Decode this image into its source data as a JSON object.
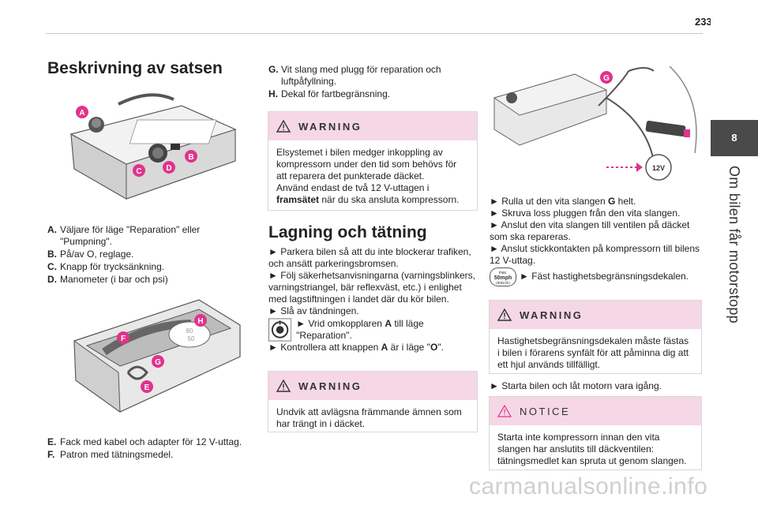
{
  "page_number": "233",
  "chapter": {
    "number": "8",
    "title": "Om bilen får motorstopp"
  },
  "left": {
    "heading": "Beskrivning av satsen",
    "list1": [
      {
        "letter": "A.",
        "text": "Väljare för läge \"Reparation\" eller \"Pumpning\"."
      },
      {
        "letter": "B.",
        "text": "På/av O, reglage."
      },
      {
        "letter": "C.",
        "text": "Knapp för trycksänkning."
      },
      {
        "letter": "D.",
        "text": "Manometer (i bar och psi)"
      }
    ],
    "list2": [
      {
        "letter": "E.",
        "text": "Fack med kabel och adapter för 12 V-uttag."
      },
      {
        "letter": "F.",
        "text": "Patron med tätningsmedel."
      }
    ],
    "callouts1": [
      "A",
      "B",
      "C",
      "D"
    ],
    "callouts2": [
      "H",
      "F",
      "G",
      "E"
    ],
    "speed_label": [
      "80",
      "50"
    ]
  },
  "middle": {
    "list": [
      {
        "letter": "G.",
        "text": "Vit slang med plugg för reparation och luftpåfyllning."
      },
      {
        "letter": "H.",
        "text": "Dekal för fartbegränsning."
      }
    ],
    "warning1": {
      "title": "WARNING",
      "body1": "Elsystemet i bilen medger inkoppling av kompressorn under den tid som behövs för att reparera det punkterade däcket.",
      "body2a": "Använd endast de två 12 V-uttagen i ",
      "body2b": "framsätet",
      "body2c": " när du ska ansluta kompressorn."
    },
    "heading": "Lagning och tätning",
    "steps": {
      "s1": "► Parkera bilen så att du inte blockerar trafiken, och ansätt parkeringsbromsen.",
      "s2": "► Följ säkerhetsanvisningarna (varningsblinkers, varningstriangel, bär reflexväst, etc.) i enlighet med lagstiftningen i landet där du kör bilen.",
      "s3": "► Slå av tändningen.",
      "s4a": "► Vrid omkopplaren ",
      "s4b": "A",
      "s4c": " till läge \"Reparation\".",
      "s5a": "► Kontrollera att knappen ",
      "s5b": "A",
      "s5c": " är i läge \"",
      "s5d": "O",
      "s5e": "\"."
    },
    "warning2": {
      "title": "WARNING",
      "body": "Undvik att avlägsna främmande ämnen som har trängt in i däcket."
    }
  },
  "right": {
    "callout": "G",
    "socket_label": "12V",
    "steps": {
      "s1a": "► Rulla ut den vita slangen ",
      "s1b": "G",
      "s1c": " helt.",
      "s2": "► Skruva loss pluggen från den vita slangen.",
      "s3": "► Anslut den vita slangen till ventilen på däcket som ska repareras.",
      "s4": "► Anslut stickkontakten på kompressorn till bilens 12 V-uttag.",
      "s5": "► Fäst hastighetsbegränsningsdekalen.",
      "s6": "► Starta bilen och låt motorn vara igång."
    },
    "sticker": {
      "line1": "max.",
      "line2": "50mph",
      "line3": "(80km/h)"
    },
    "warning": {
      "title": "WARNING",
      "body": "Hastighetsbegränsningsdekalen måste fästas i bilen i förarens synfält för att påminna dig att ett hjul används tillfälligt."
    },
    "notice": {
      "title": "NOTICE",
      "body": "Starta inte kompressorn innan den vita slangen har anslutits till däckventilen: tätningsmedlet kan spruta ut genom slangen."
    }
  },
  "watermark": "carmanualsonline.info",
  "colors": {
    "callout": "#e0338c",
    "warning_bg": "#f6d7e6",
    "tab": "#4a4a4a"
  }
}
